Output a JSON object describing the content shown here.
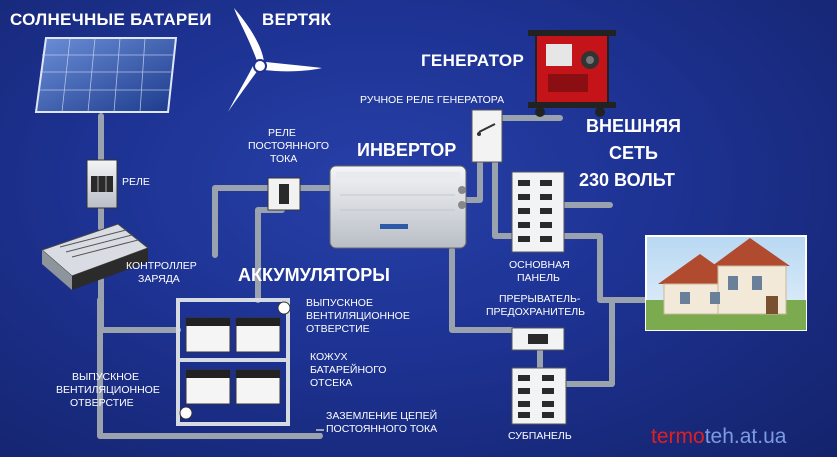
{
  "labels": {
    "solar": "СОЛНЕЧНЫЕ БАТАРЕИ",
    "wind": "ВЕРТЯК",
    "generator": "ГЕНЕРАТОР",
    "gen_relay": "РУЧНОЕ РЕЛЕ ГЕНЕРАТОРА",
    "external_1": "ВНЕШНЯЯ",
    "external_2": "СЕТЬ",
    "external_3": "230 ВОЛЬТ",
    "relay": "РЕЛЕ",
    "dc_relay_1": "РЕЛЕ",
    "dc_relay_2": "ПОСТОЯННОГО",
    "dc_relay_3": "ТОКА",
    "inverter": "ИНВЕРТОР",
    "controller_1": "КОНТРОЛЛЕР",
    "controller_2": "ЗАРЯДА",
    "batteries": "АККУМУЛЯТОРЫ",
    "main_panel_1": "ОСНОВНАЯ",
    "main_panel_2": "ПАНЕЛЬ",
    "breaker_1": "ПРЕРЫВАТЕЛЬ-",
    "breaker_2": "ПРЕДОХРАНИТЕЛЬ",
    "vent_top_1": "ВЫПУСКНОЕ",
    "vent_top_2": "ВЕНТИЛЯЦИОННОЕ",
    "vent_top_3": "ОТВЕРСТИЕ",
    "housing_1": "КОЖУХ",
    "housing_2": "БАТАРЕЙНОГО",
    "housing_3": "ОТСЕКА",
    "vent_left_1": "ВЫПУСКНОЕ",
    "vent_left_2": "ВЕНТИЛЯЦИОННОЕ",
    "vent_left_3": "ОТВЕРСТИЕ",
    "ground_1": "ЗАЗЕМЛЕНИЕ ЦЕПЕЙ",
    "ground_2": "ПОСТОЯННОГО ТОКА",
    "subpanel": "СУБПАНЕЛЬ"
  },
  "watermark": {
    "part1": "termo",
    "part2": "teh.at.ua"
  },
  "colors": {
    "background": "#1d3292",
    "wire": "#9aa3ad",
    "text": "#ffffff",
    "watermark_red": "#e02020",
    "watermark_blue": "#7d9be0"
  }
}
